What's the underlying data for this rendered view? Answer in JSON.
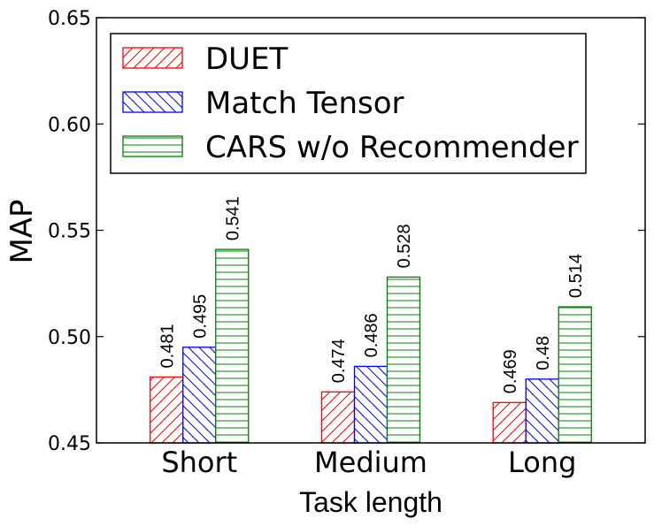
{
  "chart_data": {
    "type": "bar",
    "xlabel": "Task length",
    "ylabel": "MAP",
    "ylim": [
      0.45,
      0.65
    ],
    "yticks": [
      "0.45",
      "0.50",
      "0.55",
      "0.60",
      "0.65"
    ],
    "categories": [
      "Short",
      "Medium",
      "Long"
    ],
    "series": [
      {
        "name": "DUET",
        "values": [
          0.481,
          0.474,
          0.469
        ],
        "labels": [
          "0.481",
          "0.474",
          "0.469"
        ],
        "color": "#ff0000",
        "hatch": "diagonal-up"
      },
      {
        "name": "Match Tensor",
        "values": [
          0.495,
          0.486,
          0.48
        ],
        "labels": [
          "0.495",
          "0.486",
          "0.48"
        ],
        "color": "#0000ff",
        "hatch": "diagonal-down"
      },
      {
        "name": "CARS w/o Recommender",
        "values": [
          0.541,
          0.528,
          0.514
        ],
        "labels": [
          "0.541",
          "0.528",
          "0.514"
        ],
        "color": "#008000",
        "hatch": "horizontal"
      }
    ],
    "legend_position": "top-left",
    "grid": false
  }
}
